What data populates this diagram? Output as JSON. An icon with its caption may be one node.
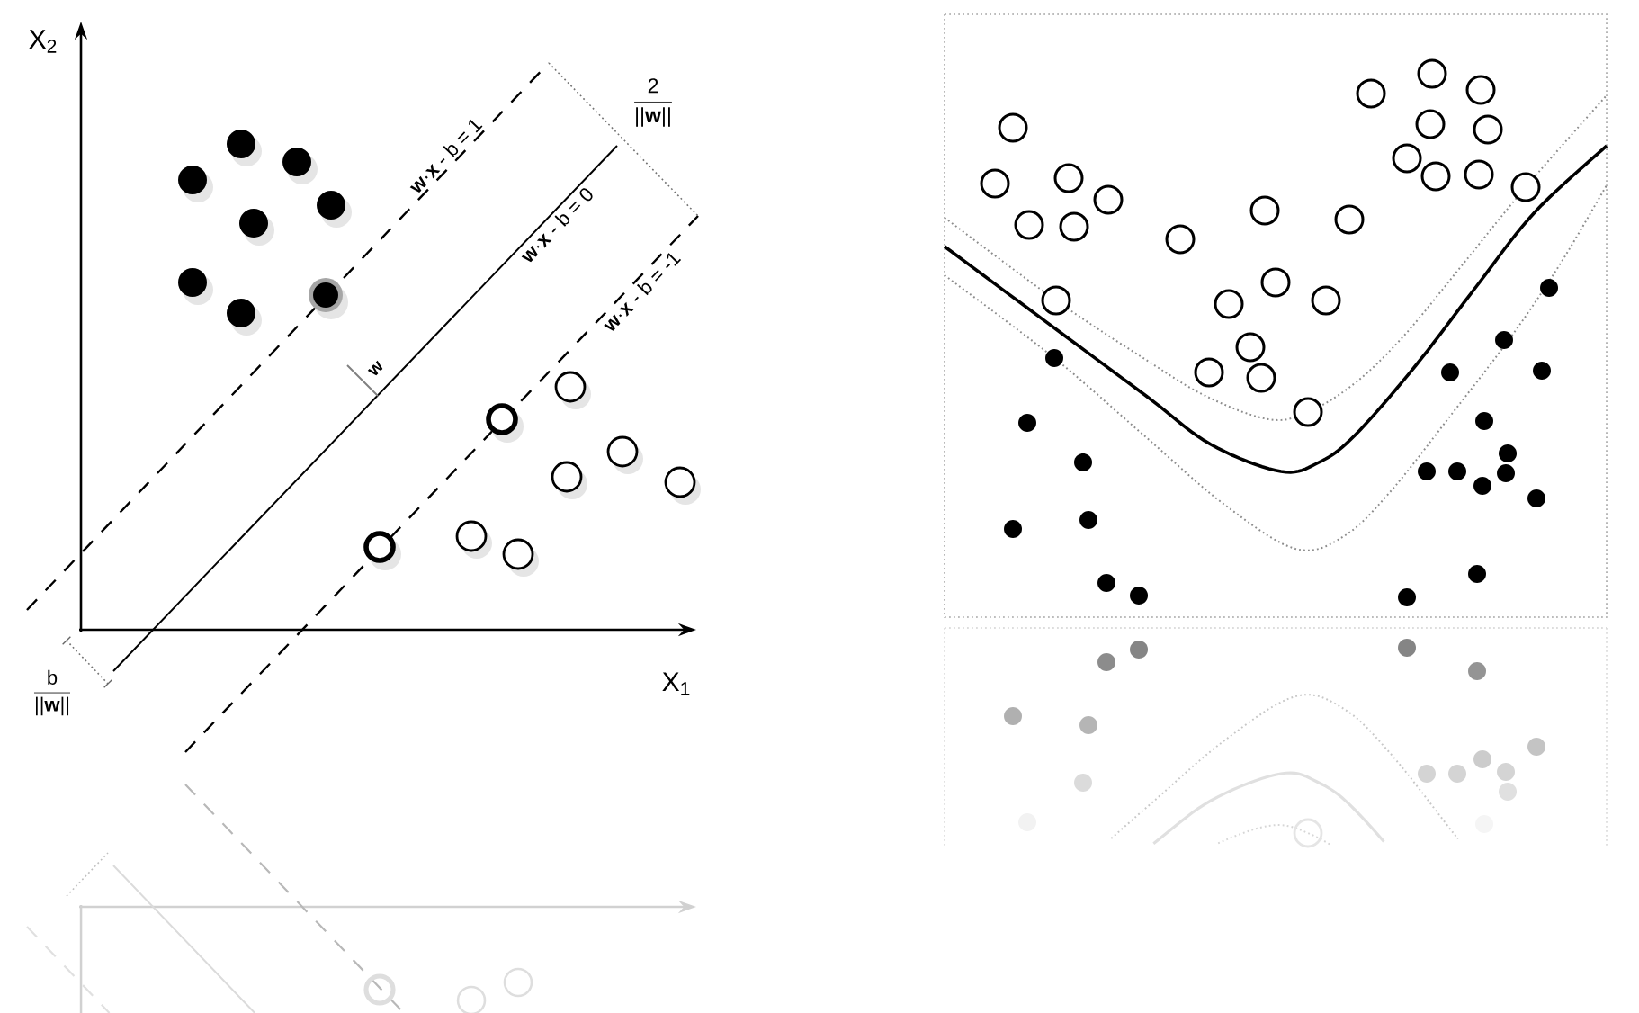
{
  "diagram": {
    "labels": [
      "X$_{2}$",
      "2",
      "||**w**||",
      "**w**·**x** - b = 1",
      "**w**·**x** - b = 0",
      "**w**·**x** - b = -1",
      "w",
      "X$_{1}$",
      "b",
      "||**w**||"
    ]
  }
}
